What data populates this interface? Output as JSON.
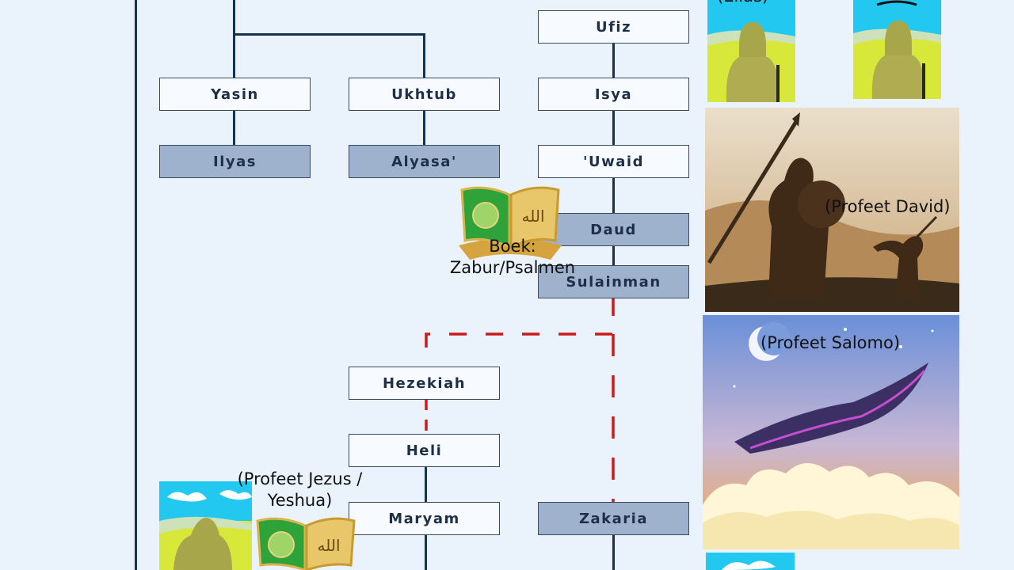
{
  "nodes": {
    "ufiz": "Ufiz",
    "yasin": "Yasin",
    "ukhtub": "Ukhtub",
    "isya": "Isya",
    "ilyas": "Ilyas",
    "alyasa": "Alyasa'",
    "uwaid": "'Uwaid",
    "daud": "Daud",
    "sulainman": "Sulainman",
    "hezekiah": "Hezekiah",
    "heli": "Heli",
    "maryam": "Maryam",
    "zakaria": "Zakaria"
  },
  "captions": {
    "elias": "(Elias)",
    "book": "Boek: Zabur/Psalmen",
    "david": "(Profeet David)",
    "salomo": "(Profeet Salomo)",
    "jezus": "(Profeet Jezus / Yeshua)"
  },
  "book_calligraphy": "الله",
  "colors": {
    "line": "#17314f",
    "dashed_link": "#cc1a1a",
    "prophet_box": "#9fb2cd",
    "plain_box": "#f7fbff",
    "background": "#eaf3fb"
  },
  "icons": [
    "quran-book-icon",
    "prophet-silhouette-icon",
    "crescent-moon-icon",
    "magic-carpet-icon",
    "spear-icon"
  ]
}
